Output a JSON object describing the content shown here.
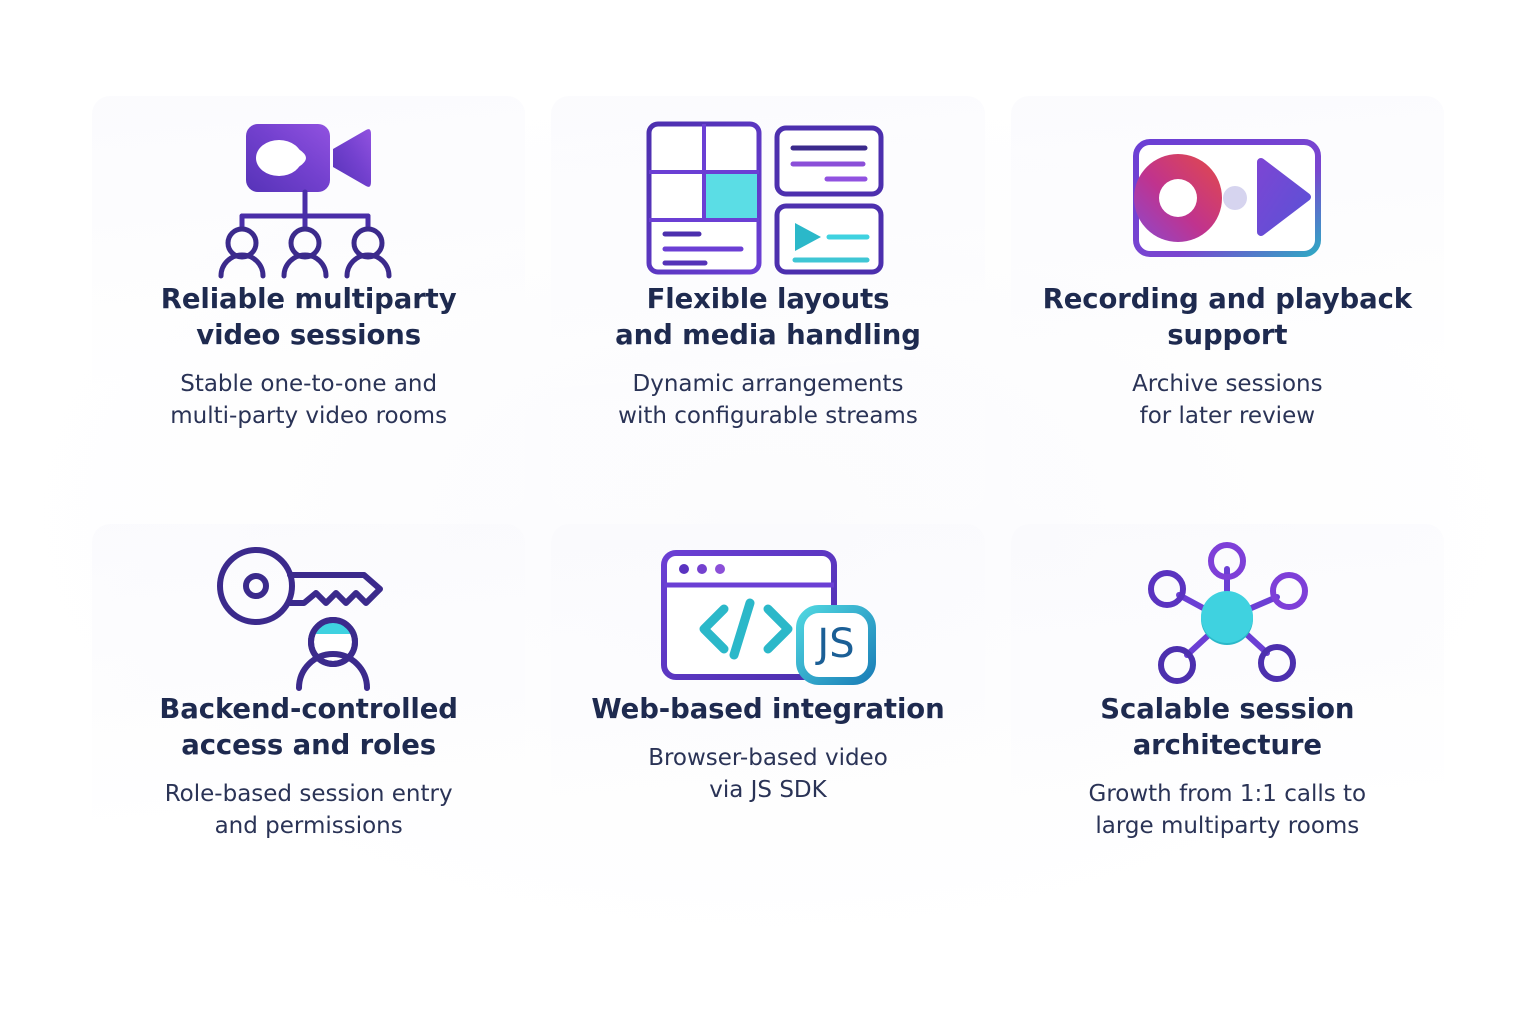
{
  "page": {
    "background_color": "#ffffff",
    "title_color": "#1e2a4f",
    "desc_color": "#2a3356",
    "accent_purple": "#6b3fd4",
    "accent_violet": "#8b4fd8",
    "accent_indigo": "#3b2a8c",
    "accent_cyan": "#3fd2e0",
    "accent_teal": "#2bb8c9",
    "accent_magenta": "#c0338e",
    "accent_crimson": "#e0404f"
  },
  "features": [
    {
      "id": "multiparty-video",
      "icon": "video-camera-multiparty-icon",
      "title": "Reliable multiparty video sessions",
      "title_lines": [
        "Reliable multiparty",
        "video sessions"
      ],
      "description": "Stable one-to-one and multi-party video rooms",
      "description_lines": [
        "Stable one-to-one and",
        "multi-party video rooms"
      ]
    },
    {
      "id": "flexible-layouts",
      "icon": "layout-grid-media-icon",
      "title": "Flexible layouts and media handling",
      "title_lines": [
        "Flexible layouts",
        "and media handling"
      ],
      "description": "Dynamic arrangements with configurable streams",
      "description_lines": [
        "Dynamic arrangements",
        "with configurable streams"
      ]
    },
    {
      "id": "recording-playback",
      "icon": "record-playback-icon",
      "title": "Recording and playback support",
      "title_lines": [
        "Recording and playback",
        "support"
      ],
      "description": "Archive sessions for later review",
      "description_lines": [
        "Archive sessions",
        "for later review"
      ]
    },
    {
      "id": "backend-access",
      "icon": "key-user-access-icon",
      "title": "Backend-controlled access and roles",
      "title_lines": [
        "Backend-controlled",
        "access and roles"
      ],
      "description": "Role-based session entry and permissions",
      "description_lines": [
        "Role-based session entry",
        "and permissions"
      ]
    },
    {
      "id": "web-integration",
      "icon": "browser-code-js-icon",
      "title": "Web-based integration",
      "title_lines": [
        "Web-based integration"
      ],
      "description": "Browser-based video via JS SDK",
      "description_lines": [
        "Browser-based video",
        "via JS SDK"
      ]
    },
    {
      "id": "scalable-architecture",
      "icon": "network-hub-nodes-icon",
      "title": "Scalable session architecture",
      "title_lines": [
        "Scalable session",
        "architecture"
      ],
      "description": "Growth from 1:1 calls to large multiparty rooms",
      "description_lines": [
        "Growth from 1:1 calls to",
        "large multiparty rooms"
      ]
    }
  ],
  "icon_labels": {
    "js_badge": "JS",
    "code_symbol": "</>"
  }
}
